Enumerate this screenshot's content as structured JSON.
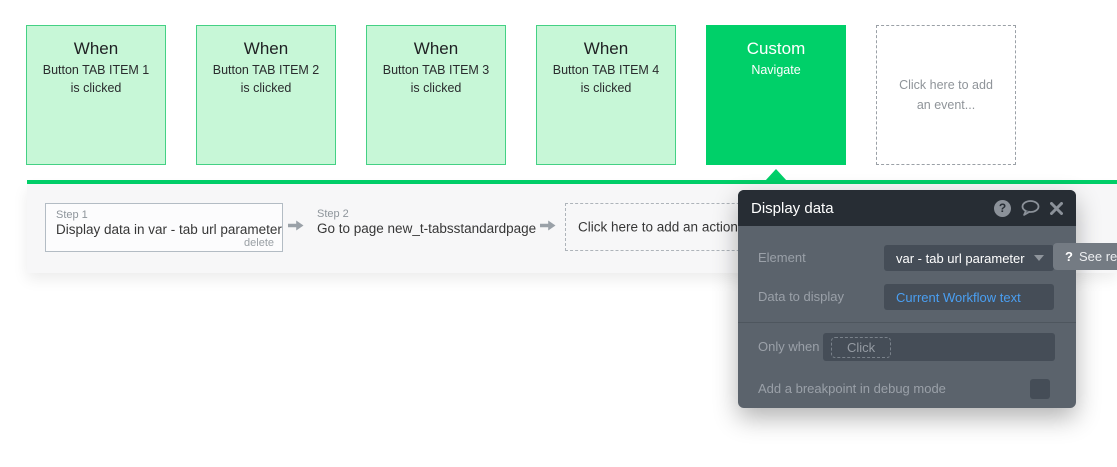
{
  "colors": {
    "accent_green": "#00d069",
    "event_card_bg": "#c7f7d7",
    "event_card_border": "#44d184",
    "link_blue": "#4a9ff2",
    "popup_header": "#272d34",
    "popup_body": "#5b636c",
    "field_bg": "#454d57"
  },
  "events": [
    {
      "title": "When",
      "subtitle": "Button TAB ITEM 1 is clicked"
    },
    {
      "title": "When",
      "subtitle": "Button TAB ITEM 2 is clicked"
    },
    {
      "title": "When",
      "subtitle": "Button TAB ITEM 3 is clicked"
    },
    {
      "title": "When",
      "subtitle": "Button TAB ITEM 4 is clicked"
    },
    {
      "title": "Custom",
      "subtitle": "Navigate"
    },
    {
      "add_text": "Click here to add an event..."
    }
  ],
  "steps": {
    "step1": {
      "label": "Step 1",
      "text": "Display data in var - tab url parameter",
      "delete_label": "delete"
    },
    "step2": {
      "label": "Step 2",
      "text": "Go to page new_t-tabsstandardpage"
    },
    "add_action": {
      "text": "Click here to add an action..."
    }
  },
  "popup": {
    "title": "Display data",
    "icons": {
      "help": "?",
      "tooltip_q": "?"
    },
    "element_row": {
      "label": "Element",
      "value": "var - tab url parameter"
    },
    "data_row": {
      "label": "Data to display",
      "value": "Current Workflow text"
    },
    "only_when_row": {
      "label": "Only when",
      "placeholder": "Click"
    },
    "breakpoint_row": {
      "label": "Add a breakpoint in debug mode"
    },
    "tooltip": {
      "text": "See refe"
    }
  }
}
